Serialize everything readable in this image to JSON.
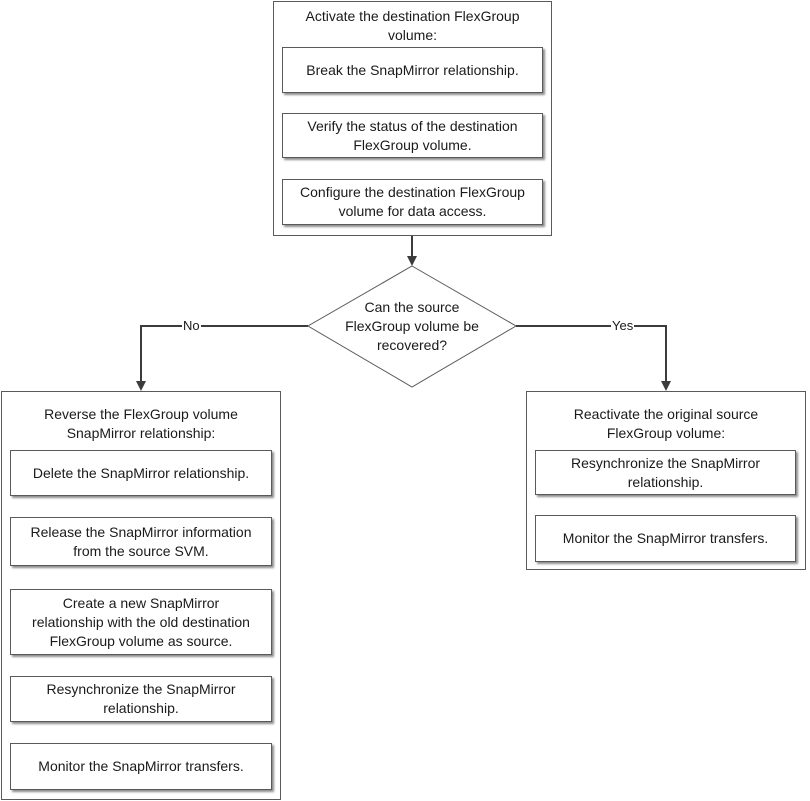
{
  "top_group": {
    "title": "Activate the destination FlexGroup\nvolume:",
    "steps": [
      "Break the SnapMirror relationship.",
      "Verify the status of the destination\nFlexGroup volume.",
      "Configure the destination FlexGroup\nvolume for data access."
    ]
  },
  "decision": {
    "text": "Can the source\nFlexGroup volume be\nrecovered?",
    "no_label": "No",
    "yes_label": "Yes"
  },
  "left_group": {
    "title": "Reverse the FlexGroup volume\nSnapMirror relationship:",
    "steps": [
      "Delete the SnapMirror relationship.",
      "Release the SnapMirror information\nfrom the source SVM.",
      "Create a new SnapMirror\nrelationship with the old destination\nFlexGroup volume as source.",
      "Resynchronize the SnapMirror\nrelationship.",
      "Monitor the SnapMirror transfers."
    ]
  },
  "right_group": {
    "title": "Reactivate the original source\nFlexGroup volume:",
    "steps": [
      "Resynchronize the SnapMirror\nrelationship.",
      "Monitor the SnapMirror transfers."
    ]
  }
}
